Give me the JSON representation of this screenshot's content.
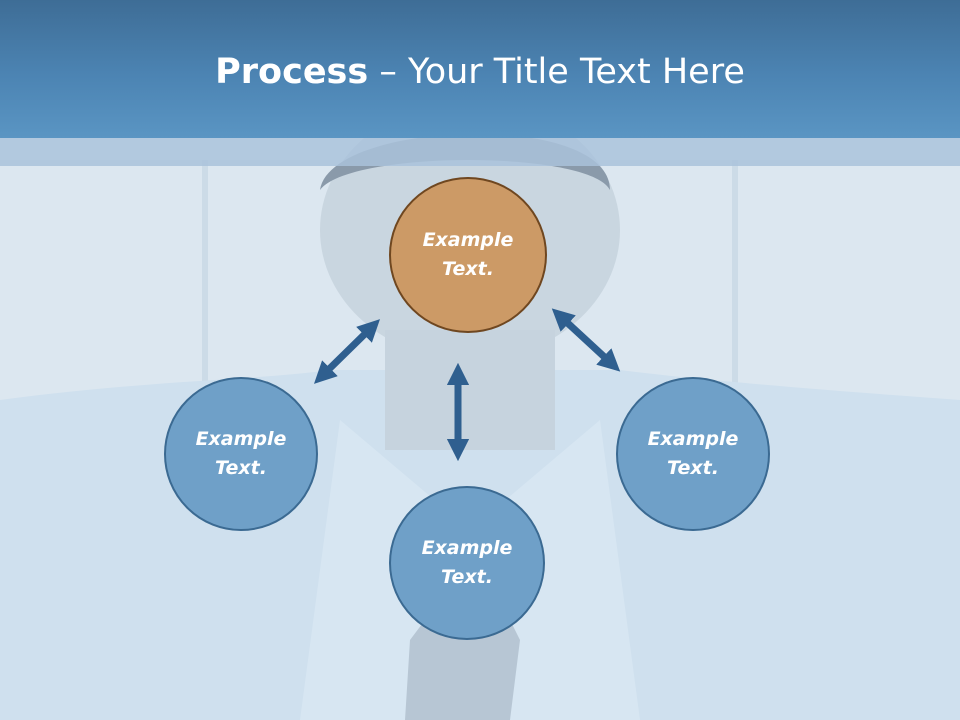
{
  "title": {
    "bold": "Process",
    "rest": " – Your Title Text Here"
  },
  "nodes": {
    "top": "Example Text.",
    "left": "Example Text.",
    "right": "Example Text.",
    "bottom": "Example Text."
  },
  "colors": {
    "title_bar": "#4c84b3",
    "node_blue": "#6fa0c8",
    "node_orange": "#cc9a66",
    "arrow": "#2f5f8f"
  }
}
